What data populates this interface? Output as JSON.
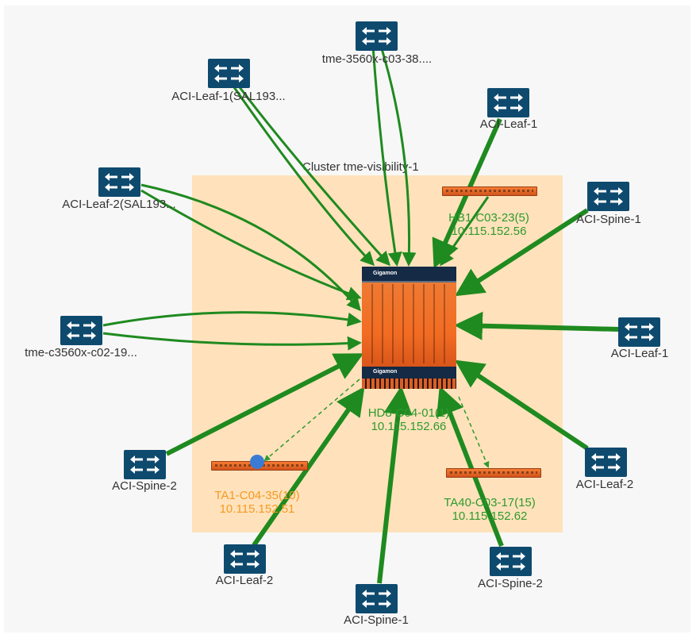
{
  "cluster": {
    "title": "Cluster tme-visibility-1"
  },
  "center_device": {
    "name": "HD8-C04-01(1)",
    "ip": "10.115.152.66",
    "brand": "Gigamon"
  },
  "devices": {
    "hb1": {
      "name": "HB1-C03-23(5)",
      "ip": "10.115.152.56",
      "color": "#2e9a2e"
    },
    "ta1": {
      "name": "TA1-C04-35(10)",
      "ip": "10.115.152.51",
      "color": "#f59a23"
    },
    "ta40": {
      "name": "TA40-C03-17(15)",
      "ip": "10.115.152.62",
      "color": "#2e9a2e"
    }
  },
  "switches": [
    {
      "id": "tme3560x",
      "label": "tme-3560x-c03-38...."
    },
    {
      "id": "leaf1sal",
      "label": "ACI-Leaf-1(SAL193..."
    },
    {
      "id": "leaf1top",
      "label": "ACI-Leaf-1"
    },
    {
      "id": "leaf2sal",
      "label": "ACI-Leaf-2(SAL193..."
    },
    {
      "id": "spine1right",
      "label": "ACI-Spine-1"
    },
    {
      "id": "c3560",
      "label": "tme-c3560x-c02-19..."
    },
    {
      "id": "leaf1right",
      "label": "ACI-Leaf-1"
    },
    {
      "id": "spine2left",
      "label": "ACI-Spine-2"
    },
    {
      "id": "leaf2right",
      "label": "ACI-Leaf-2"
    },
    {
      "id": "leaf2bottom",
      "label": "ACI-Leaf-2"
    },
    {
      "id": "spine2bottom",
      "label": "ACI-Spine-2"
    },
    {
      "id": "spine1bottom",
      "label": "ACI-Spine-1"
    }
  ],
  "colors": {
    "link": "#1f8a1f",
    "switch": "#0e4a6e",
    "cluster": "#ffe2bb",
    "dashed": "#2e9a2e"
  },
  "icons": {
    "switch": "switch-arrows-icon"
  }
}
